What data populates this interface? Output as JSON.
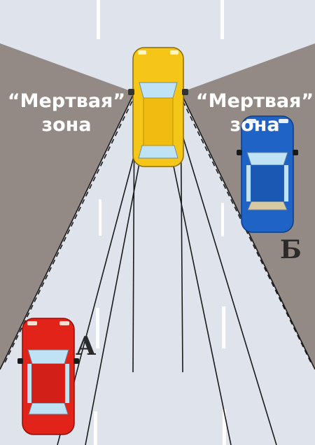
{
  "labels": {
    "left_zone_line1": "“Мертвая”",
    "left_zone_line2": "зона",
    "right_zone_line1": "“Мертвая”",
    "right_zone_line2": "зона",
    "car_a": "А",
    "car_b": "Б"
  },
  "colors": {
    "road": "#dfe4ec",
    "blind_zone": "#948a85",
    "lane_mark": "#ffffff",
    "sight_line": "#1a1a1a",
    "car_main": "#f5c518",
    "car_a": "#e2231a",
    "car_b": "#1f63c6",
    "glass": "#bfe3f5"
  },
  "icons": {
    "main_car": "yellow-car-icon",
    "car_a": "red-car-icon",
    "car_b": "blue-car-icon"
  }
}
